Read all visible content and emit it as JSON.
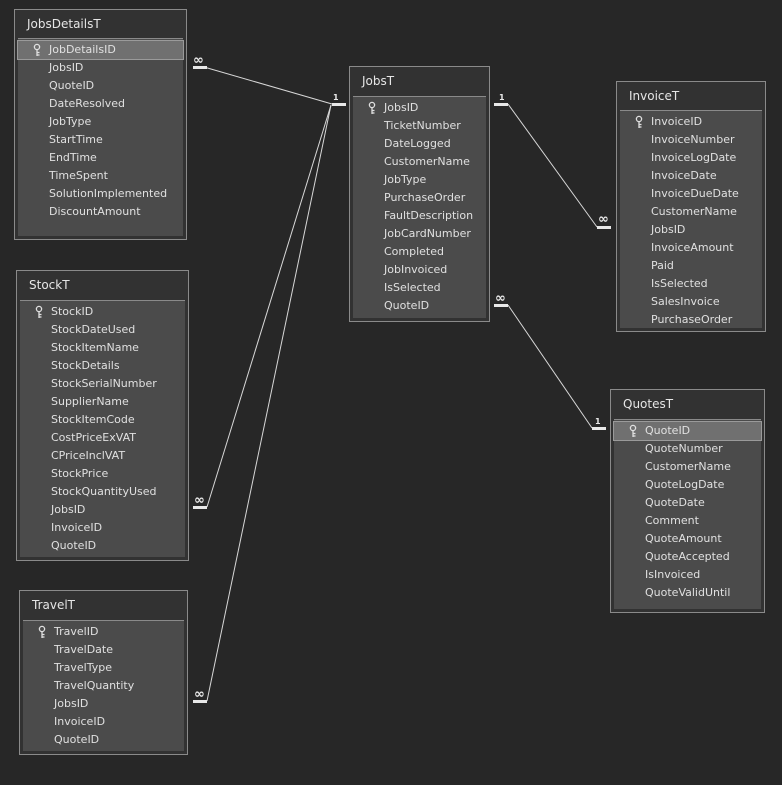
{
  "tables": {
    "jobsdetails": {
      "title": "JobsDetailsT",
      "key_field": "JobDetailsID",
      "fields": [
        "JobDetailsID",
        "JobsID",
        "QuoteID",
        "DateResolved",
        "JobType",
        "StartTime",
        "EndTime",
        "TimeSpent",
        "SolutionImplemented",
        "DiscountAmount"
      ]
    },
    "jobs": {
      "title": "JobsT",
      "key_field": "JobsID",
      "fields": [
        "JobsID",
        "TicketNumber",
        "DateLogged",
        "CustomerName",
        "JobType",
        "PurchaseOrder",
        "FaultDescription",
        "JobCardNumber",
        "Completed",
        "JobInvoiced",
        "IsSelected",
        "QuoteID"
      ]
    },
    "invoice": {
      "title": "InvoiceT",
      "key_field": "InvoiceID",
      "fields": [
        "InvoiceID",
        "InvoiceNumber",
        "InvoiceLogDate",
        "InvoiceDate",
        "InvoiceDueDate",
        "CustomerName",
        "JobsID",
        "InvoiceAmount",
        "Paid",
        "IsSelected",
        "SalesInvoice",
        "PurchaseOrder"
      ]
    },
    "stock": {
      "title": "StockT",
      "key_field": "StockID",
      "fields": [
        "StockID",
        "StockDateUsed",
        "StockItemName",
        "StockDetails",
        "StockSerialNumber",
        "SupplierName",
        "StockItemCode",
        "CostPriceExVAT",
        "CPriceInclVAT",
        "StockPrice",
        "StockQuantityUsed",
        "JobsID",
        "InvoiceID",
        "QuoteID"
      ]
    },
    "quotes": {
      "title": "QuotesT",
      "key_field": "QuoteID",
      "fields": [
        "QuoteID",
        "QuoteNumber",
        "CustomerName",
        "QuoteLogDate",
        "QuoteDate",
        "Comment",
        "QuoteAmount",
        "QuoteAccepted",
        "IsInvoiced",
        "QuoteValidUntil"
      ]
    },
    "travel": {
      "title": "TravelT",
      "key_field": "TravelID",
      "fields": [
        "TravelID",
        "TravelDate",
        "TravelType",
        "TravelQuantity",
        "JobsID",
        "InvoiceID",
        "QuoteID"
      ]
    }
  },
  "relationships": {
    "jobsdetails_jobs": {
      "many": "∞",
      "one": "1"
    },
    "jobs_invoice": {
      "one": "1",
      "many": "∞"
    },
    "jobs_quotes": {
      "many": "∞",
      "one": "1"
    },
    "stock_jobs": {
      "many": "∞"
    },
    "travel_jobs": {
      "many": "∞"
    }
  },
  "colors": {
    "background": "#272727",
    "table_frame": "#323232",
    "field_area": "#4b4b4b",
    "border": "#8a8a8a",
    "selected_row": "#707070",
    "text": "#e0e0e0"
  },
  "icons": {
    "primary_key": "key-icon"
  }
}
